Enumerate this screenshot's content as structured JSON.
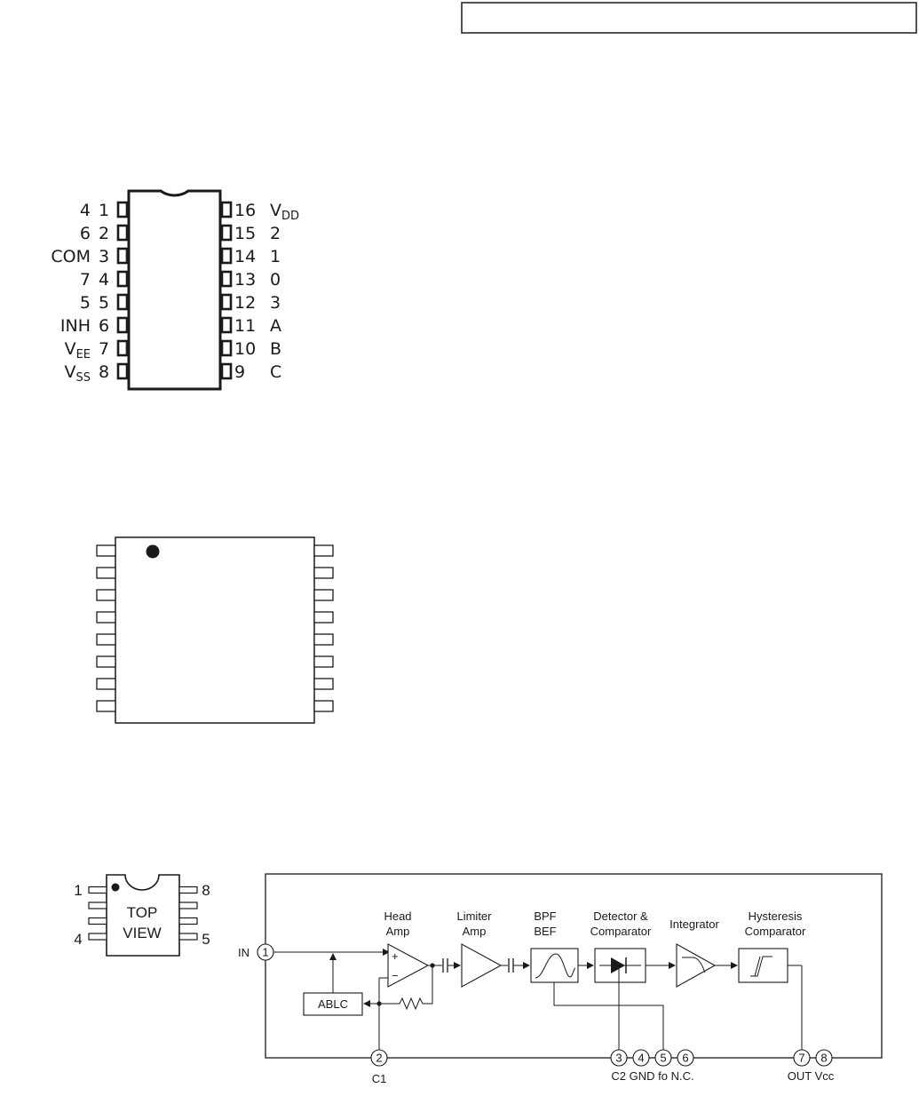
{
  "dip16": {
    "left_pins": [
      {
        "name": "4",
        "sub": "",
        "num": "1"
      },
      {
        "name": "6",
        "sub": "",
        "num": "2"
      },
      {
        "name": "COM",
        "sub": "",
        "num": "3"
      },
      {
        "name": "7",
        "sub": "",
        "num": "4"
      },
      {
        "name": "5",
        "sub": "",
        "num": "5"
      },
      {
        "name": "INH",
        "sub": "",
        "num": "6"
      },
      {
        "name": "V",
        "sub": "EE",
        "num": "7"
      },
      {
        "name": "V",
        "sub": "SS",
        "num": "8"
      }
    ],
    "right_pins": [
      {
        "num": "16",
        "name": "V",
        "sub": "DD"
      },
      {
        "num": "15",
        "name": "2",
        "sub": ""
      },
      {
        "num": "14",
        "name": "1",
        "sub": ""
      },
      {
        "num": "13",
        "name": "0",
        "sub": ""
      },
      {
        "num": "12",
        "name": "3",
        "sub": ""
      },
      {
        "num": "11",
        "name": "A",
        "sub": ""
      },
      {
        "num": "10",
        "name": "B",
        "sub": ""
      },
      {
        "num": "9",
        "name": "C",
        "sub": ""
      }
    ]
  },
  "soic16": {
    "pins_per_side": 8
  },
  "dip8": {
    "label_line1": "TOP",
    "label_line2": "VIEW",
    "pin_1": "1",
    "pin_4": "4",
    "pin_5": "5",
    "pin_8": "8"
  },
  "block_diagram": {
    "blocks": {
      "head_amp": [
        "Head",
        "Amp"
      ],
      "limiter_amp": [
        "Limiter",
        "Amp"
      ],
      "bpf_bef": [
        "BPF",
        "BEF"
      ],
      "detector": [
        "Detector &",
        "Comparator"
      ],
      "integrator": [
        "Integrator"
      ],
      "hysteresis": [
        "Hysteresis",
        "Comparator"
      ]
    },
    "ablc": "ABLC",
    "in_label": "IN",
    "plus": "+",
    "minus": "−",
    "pins": [
      "1",
      "2",
      "3",
      "4",
      "5",
      "6",
      "7",
      "8"
    ],
    "bottom_labels": {
      "c1": "C1",
      "c2_gnd_fo_nc": "C2 GND fo N.C.",
      "out_vcc": "OUT Vcc"
    }
  }
}
